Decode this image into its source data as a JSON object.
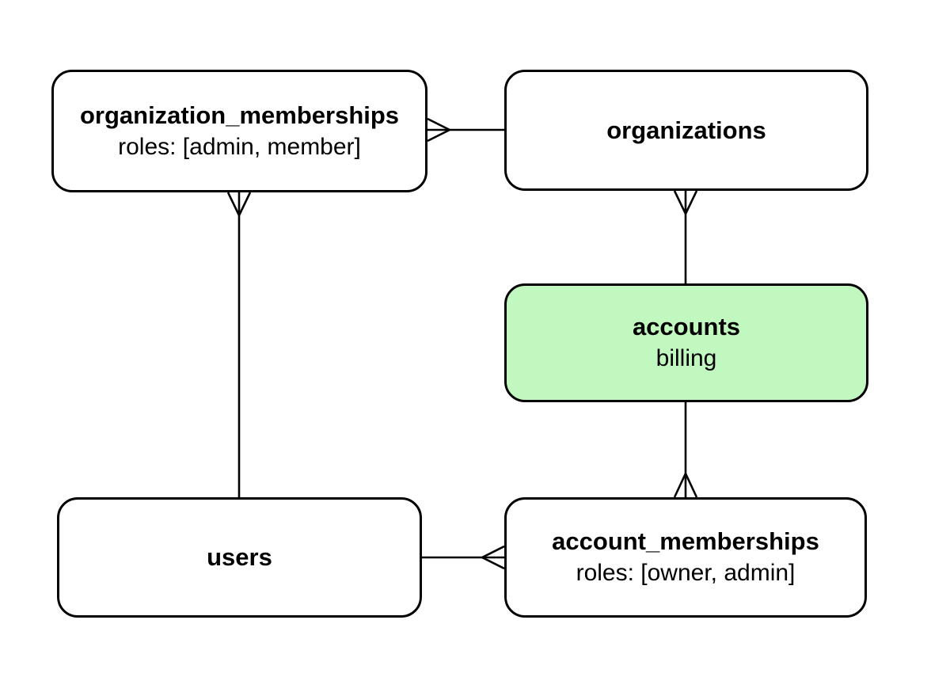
{
  "diagram": {
    "type": "entity-relationship",
    "background_color": "#ffffff",
    "line_color": "#000000",
    "highlight_color": "#c1f8bf",
    "entities": [
      {
        "id": "organization_memberships",
        "title": "organization_memberships",
        "subtitle": "roles: [admin, member]",
        "fill": "#ffffff",
        "highlighted": false
      },
      {
        "id": "organizations",
        "title": "organizations",
        "subtitle": "",
        "fill": "#ffffff",
        "highlighted": false
      },
      {
        "id": "accounts",
        "title": "accounts",
        "subtitle": "billing",
        "fill": "#c1f8bf",
        "highlighted": true
      },
      {
        "id": "users",
        "title": "users",
        "subtitle": "",
        "fill": "#ffffff",
        "highlighted": false
      },
      {
        "id": "account_memberships",
        "title": "account_memberships",
        "subtitle": "roles: [owner, admin]",
        "fill": "#ffffff",
        "highlighted": false
      }
    ],
    "relationships": [
      {
        "from": "organization_memberships",
        "to": "organizations",
        "many_side": "organization_memberships",
        "notation": "crows-foot"
      },
      {
        "from": "organization_memberships",
        "to": "users",
        "many_side": "organization_memberships",
        "notation": "crows-foot"
      },
      {
        "from": "organizations",
        "to": "accounts",
        "many_side": "organizations",
        "notation": "crows-foot"
      },
      {
        "from": "account_memberships",
        "to": "accounts",
        "many_side": "account_memberships",
        "notation": "crows-foot"
      },
      {
        "from": "account_memberships",
        "to": "users",
        "many_side": "account_memberships",
        "notation": "crows-foot"
      }
    ]
  }
}
